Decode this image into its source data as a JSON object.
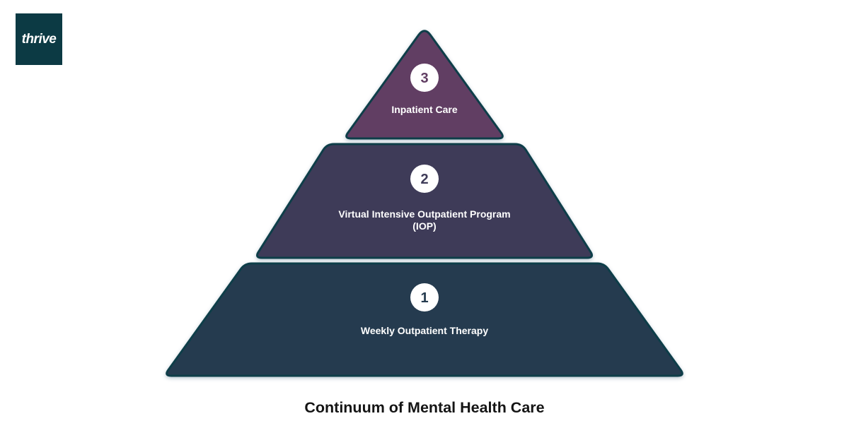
{
  "logo": {
    "text": "thrive",
    "bg_color": "#0c3a44",
    "text_color": "#ffffff"
  },
  "title": "Continuum of Mental Health Care",
  "pyramid": {
    "border_color": "#0e3e49",
    "badge_color": "#ffffff",
    "label_color": "#ffffff",
    "levels": [
      {
        "number": "3",
        "label": "Inpatient Care",
        "fill": "#613e63"
      },
      {
        "number": "2",
        "label": "Virtual Intensive Outpatient Program",
        "label_line2": "(IOP)",
        "fill": "#3e3b58"
      },
      {
        "number": "1",
        "label": "Weekly Outpatient Therapy",
        "fill": "#253b4f"
      }
    ]
  }
}
